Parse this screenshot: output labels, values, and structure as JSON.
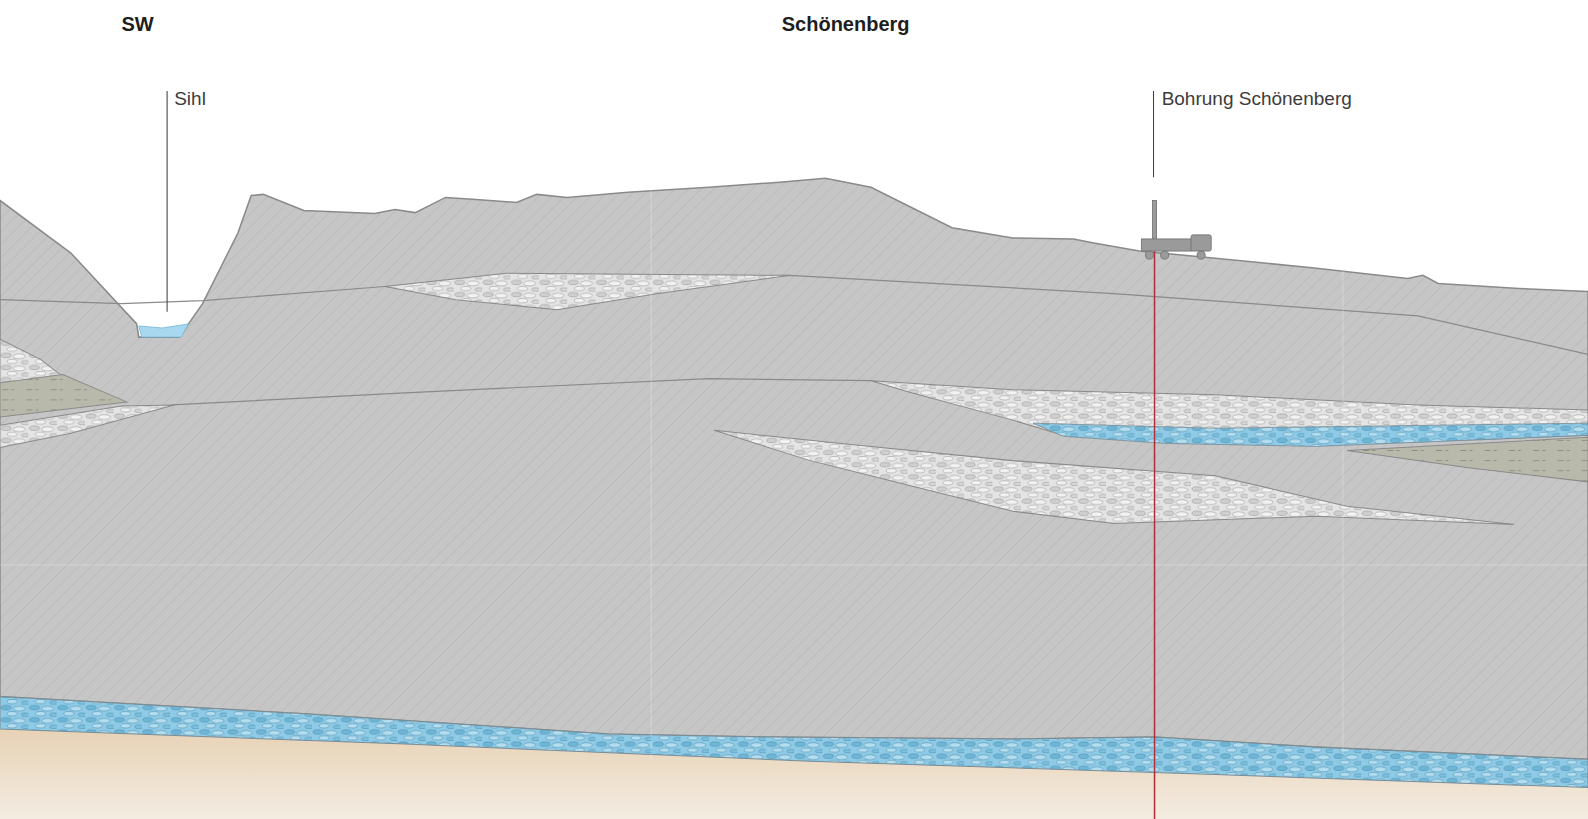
{
  "diagram": {
    "labels": [
      "SW",
      "Schönenberg",
      "Sihl",
      "Bohrung Schönenberg"
    ]
  }
}
